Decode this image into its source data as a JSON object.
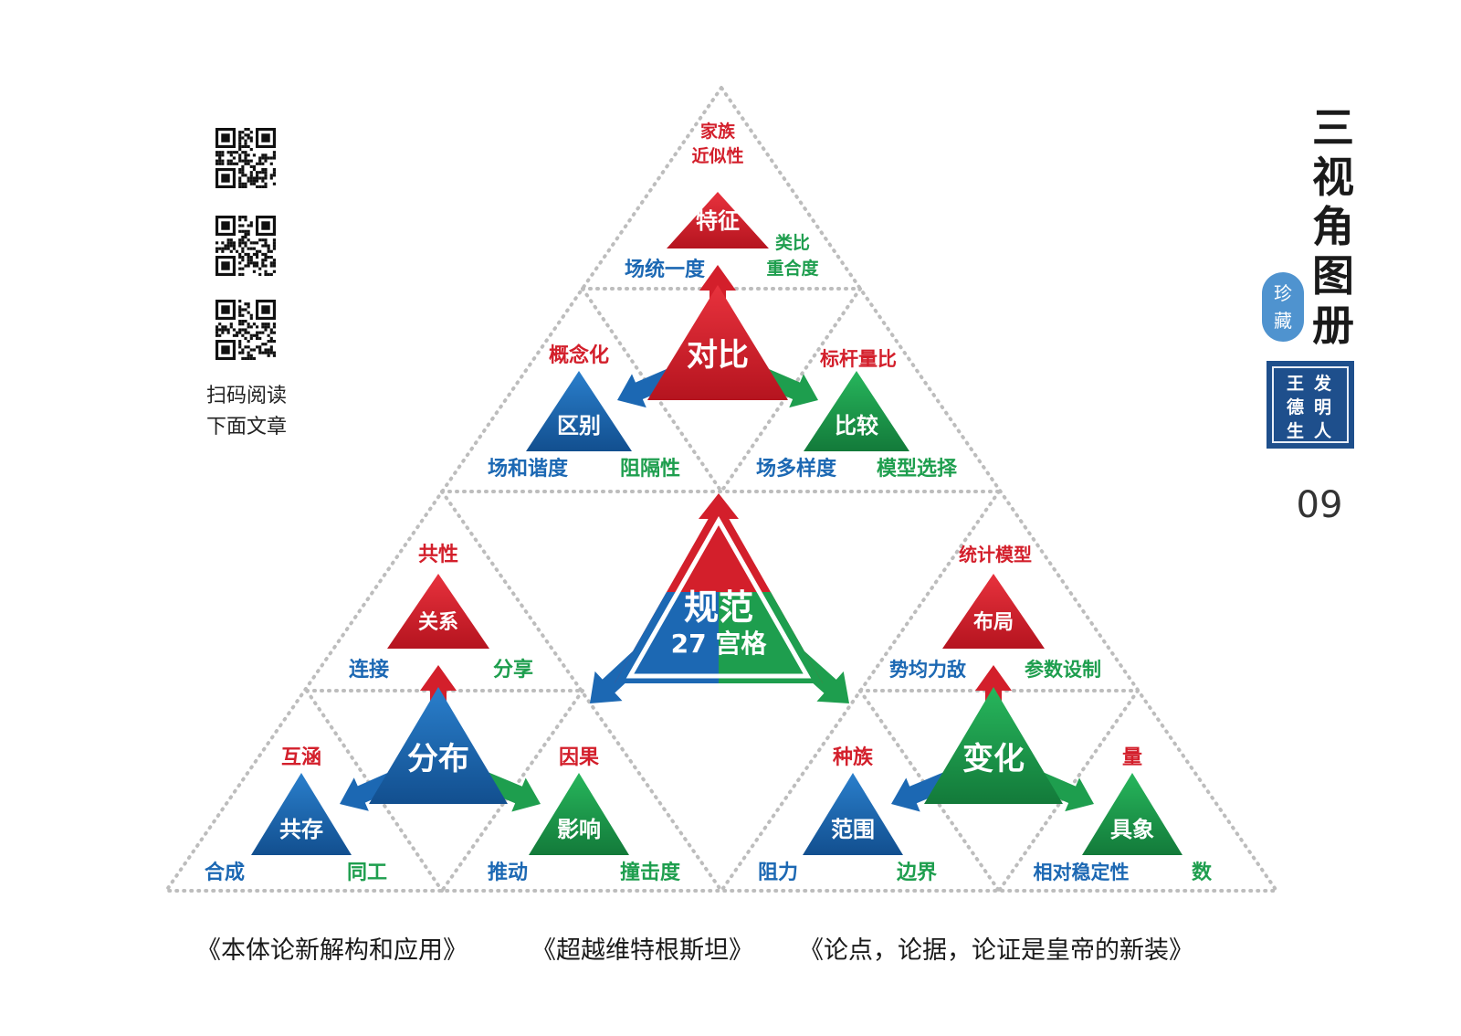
{
  "sidebar": {
    "qr_caption_line1": "扫码阅读",
    "qr_caption_line2": "下面文章"
  },
  "brand": {
    "title_chars": [
      "三",
      "视",
      "角",
      "图",
      "册"
    ],
    "round_seal": [
      "珍",
      "藏"
    ],
    "square_seal": [
      "发",
      "明",
      "人",
      "王",
      "德",
      "生"
    ],
    "page_number": "09"
  },
  "books": {
    "book1": "《本体论新解构和应用》",
    "book2": "《超越维特根斯坦》",
    "book3": "《论点，论据，论证是皇帝的新装》"
  },
  "colors": {
    "red": "#d31f2b",
    "blue": "#1c68b3",
    "green": "#1e9e4e",
    "dotted_line": "#bdbdbd"
  },
  "diagram": {
    "center": {
      "line1": "规范",
      "line2": "27 宫格"
    },
    "top_group": {
      "apex": {
        "label": "特征",
        "top_line1": "家族",
        "top_line2": "近似性",
        "left": "场统一度",
        "right_line1": "类比",
        "right_line2": "重合度"
      },
      "main": {
        "label": "对比"
      },
      "left": {
        "label": "区别",
        "top": "概念化",
        "bottom_left": "场和谐度",
        "bottom_right": "阻隔性"
      },
      "right": {
        "label": "比较",
        "top": "标杆量比",
        "bottom_left": "场多样度",
        "bottom_right": "模型选择"
      }
    },
    "left_group": {
      "apex": {
        "label": "关系",
        "top": "共性",
        "left": "连接",
        "right": "分享"
      },
      "main": {
        "label": "分布"
      },
      "left": {
        "label": "共存",
        "top": "互涵",
        "bottom_left": "合成",
        "bottom_right": "同工"
      },
      "right": {
        "label": "影响",
        "top": "因果",
        "bottom_left": "推动",
        "bottom_right": "撞击度"
      }
    },
    "right_group": {
      "apex": {
        "label": "布局",
        "top": "统计模型",
        "left": "势均力敌",
        "right": "参数设制"
      },
      "main": {
        "label": "变化"
      },
      "left": {
        "label": "范围",
        "top": "种族",
        "bottom_left": "阻力",
        "bottom_right": "边界"
      },
      "right": {
        "label": "具象",
        "top": "量",
        "bottom_left": "相对稳定性",
        "bottom_right": "数"
      }
    }
  }
}
